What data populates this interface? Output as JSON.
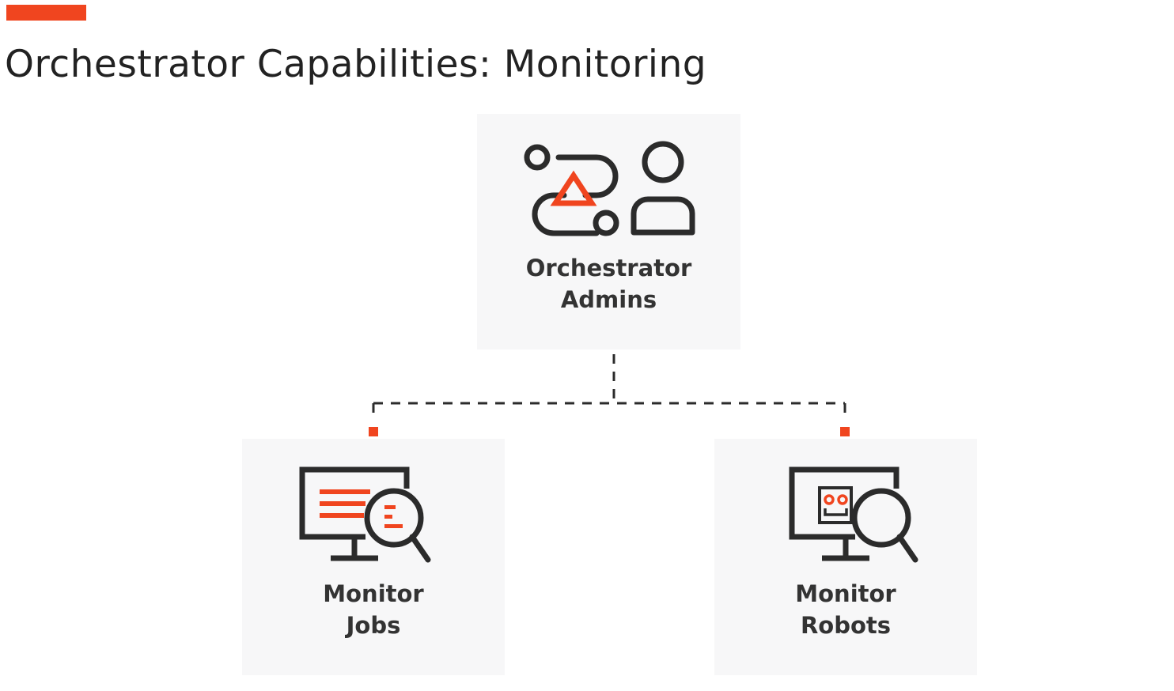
{
  "slide": {
    "title": "Orchestrator Capabilities: Monitoring",
    "accent_color": "#f0451f"
  },
  "diagram": {
    "root": {
      "label_line1": "Orchestrator",
      "label_line2": "Admins",
      "icon": "orchestrator-admins-icon"
    },
    "children": [
      {
        "label_line1": "Monitor",
        "label_line2": "Jobs",
        "icon": "monitor-jobs-icon"
      },
      {
        "label_line1": "Monitor",
        "label_line2": "Robots",
        "icon": "monitor-robots-icon"
      }
    ],
    "connector_style": "dashed",
    "colors": {
      "accent": "#f0451f",
      "icon_stroke": "#2b2b2b",
      "card_background": "#f7f7f8",
      "text": "#333333"
    }
  }
}
